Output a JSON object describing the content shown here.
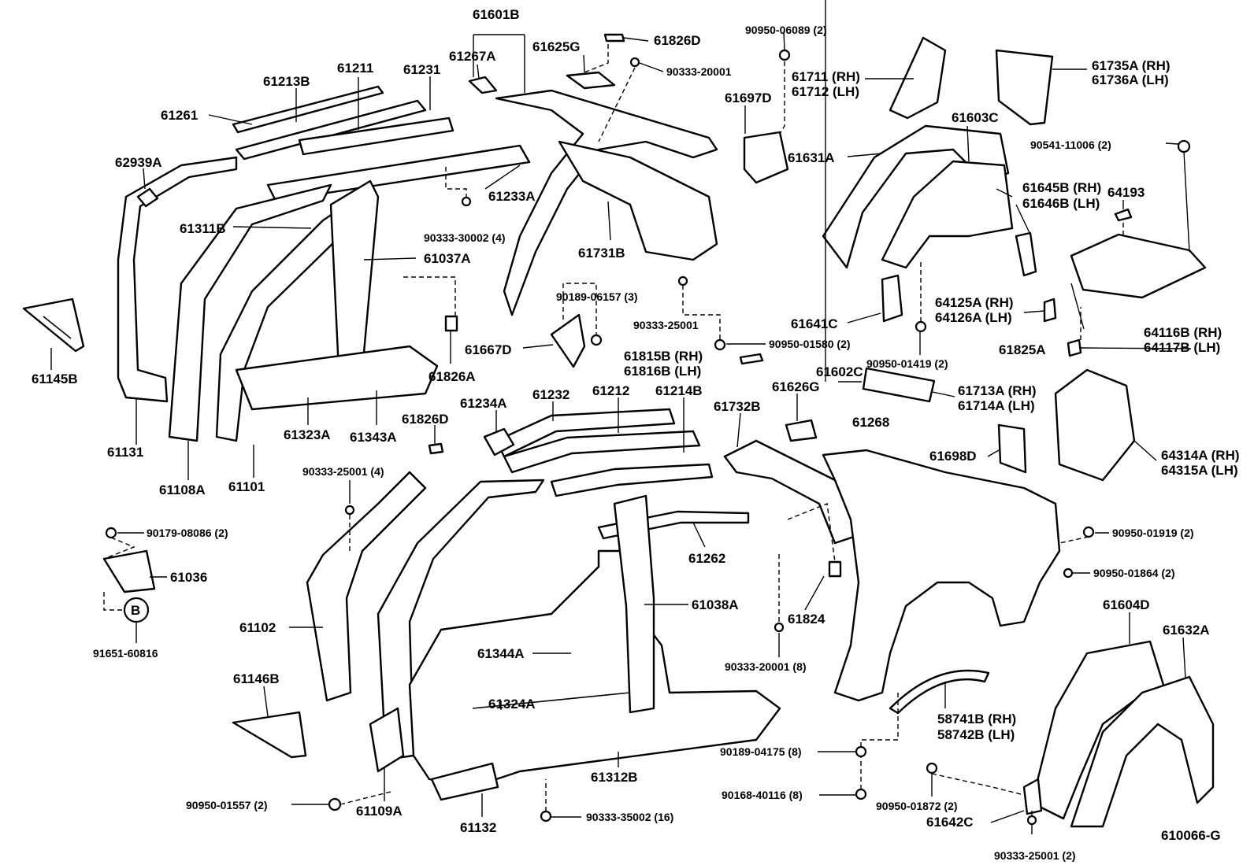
{
  "diagram_id": "610066-G",
  "callouts": [
    {
      "id": "c1",
      "text": "61601B"
    },
    {
      "id": "c2",
      "text": "61267A"
    },
    {
      "id": "c3",
      "text": "61625G"
    },
    {
      "id": "c4",
      "text": "61826D"
    },
    {
      "id": "c5",
      "text": "90333-20001"
    },
    {
      "id": "c6",
      "text": "90950-06089 (2)"
    },
    {
      "id": "c7",
      "text": "61711 (RH)"
    },
    {
      "id": "c8",
      "text": "61712 (LH)"
    },
    {
      "id": "c9",
      "text": "61735A (RH)"
    },
    {
      "id": "c10",
      "text": "61736A (LH)"
    },
    {
      "id": "c11",
      "text": "61211"
    },
    {
      "id": "c12",
      "text": "61231"
    },
    {
      "id": "c13",
      "text": "61213B"
    },
    {
      "id": "c14",
      "text": "61261"
    },
    {
      "id": "c15",
      "text": "61697D"
    },
    {
      "id": "c16",
      "text": "61603C"
    },
    {
      "id": "c17",
      "text": "61631A"
    },
    {
      "id": "c18",
      "text": "90541-11006 (2)"
    },
    {
      "id": "c19",
      "text": "62939A"
    },
    {
      "id": "c20",
      "text": "61233A"
    },
    {
      "id": "c21",
      "text": "64193"
    },
    {
      "id": "c22",
      "text": "61645B (RH)"
    },
    {
      "id": "c23",
      "text": "61646B (LH)"
    },
    {
      "id": "c24",
      "text": "90333-30002 (4)"
    },
    {
      "id": "c25",
      "text": "61311B"
    },
    {
      "id": "c26",
      "text": "61037A"
    },
    {
      "id": "c27",
      "text": "61731B"
    },
    {
      "id": "c28",
      "text": "90189-06157 (3)"
    },
    {
      "id": "c29",
      "text": "64125A (RH)"
    },
    {
      "id": "c30",
      "text": "64126A (LH)"
    },
    {
      "id": "c31",
      "text": "90333-25001"
    },
    {
      "id": "c32",
      "text": "61641C"
    },
    {
      "id": "c33",
      "text": "64116B (RH)"
    },
    {
      "id": "c34",
      "text": "64117B (LH)"
    },
    {
      "id": "c35",
      "text": "61145B"
    },
    {
      "id": "c36",
      "text": "61667D"
    },
    {
      "id": "c37",
      "text": "90950-01580 (2)"
    },
    {
      "id": "c38",
      "text": "90950-01419 (2)"
    },
    {
      "id": "c39",
      "text": "61825A"
    },
    {
      "id": "c40",
      "text": "61826A"
    },
    {
      "id": "c41",
      "text": "61815B (RH)"
    },
    {
      "id": "c42",
      "text": "61816B (LH)"
    },
    {
      "id": "c43",
      "text": "61602C"
    },
    {
      "id": "c44",
      "text": "61713A (RH)"
    },
    {
      "id": "c45",
      "text": "61714A (LH)"
    },
    {
      "id": "c46",
      "text": "61234A"
    },
    {
      "id": "c47",
      "text": "61232"
    },
    {
      "id": "c48",
      "text": "61212"
    },
    {
      "id": "c49",
      "text": "61214B"
    },
    {
      "id": "c50",
      "text": "61732B"
    },
    {
      "id": "c51",
      "text": "61626G"
    },
    {
      "id": "c52",
      "text": "61268"
    },
    {
      "id": "c53",
      "text": "61131"
    },
    {
      "id": "c54",
      "text": "61323A"
    },
    {
      "id": "c55",
      "text": "61343A"
    },
    {
      "id": "c56",
      "text": "61826D"
    },
    {
      "id": "c57",
      "text": "61698D"
    },
    {
      "id": "c58",
      "text": "64314A (RH)"
    },
    {
      "id": "c59",
      "text": "64315A (LH)"
    },
    {
      "id": "c60",
      "text": "61108A"
    },
    {
      "id": "c61",
      "text": "61101"
    },
    {
      "id": "c62",
      "text": "90333-25001 (4)"
    },
    {
      "id": "c63",
      "text": "90179-08086 (2)"
    },
    {
      "id": "c64",
      "text": "90950-01919 (2)"
    },
    {
      "id": "c65",
      "text": "61036"
    },
    {
      "id": "c66",
      "text": "61262"
    },
    {
      "id": "c67",
      "text": "90950-01864 (2)"
    },
    {
      "id": "c68",
      "text": "B"
    },
    {
      "id": "c69",
      "text": "91651-60816"
    },
    {
      "id": "c70",
      "text": "61038A"
    },
    {
      "id": "c71",
      "text": "61604D"
    },
    {
      "id": "c72",
      "text": "61632A"
    },
    {
      "id": "c73",
      "text": "61102"
    },
    {
      "id": "c74",
      "text": "61824"
    },
    {
      "id": "c75",
      "text": "61344A"
    },
    {
      "id": "c76",
      "text": "90333-20001 (8)"
    },
    {
      "id": "c77",
      "text": "61146B"
    },
    {
      "id": "c78",
      "text": "61324A"
    },
    {
      "id": "c79",
      "text": "58741B (RH)"
    },
    {
      "id": "c80",
      "text": "58742B (LH)"
    },
    {
      "id": "c81",
      "text": "90189-04175 (8)"
    },
    {
      "id": "c82",
      "text": "61312B"
    },
    {
      "id": "c83",
      "text": "90168-40116 (8)"
    },
    {
      "id": "c84",
      "text": "90950-01872 (2)"
    },
    {
      "id": "c85",
      "text": "90950-01557 (2)"
    },
    {
      "id": "c86",
      "text": "61109A"
    },
    {
      "id": "c87",
      "text": "61132"
    },
    {
      "id": "c88",
      "text": "90333-35002 (16)"
    },
    {
      "id": "c89",
      "text": "61642C"
    },
    {
      "id": "c90",
      "text": "90333-25001 (2)"
    }
  ]
}
